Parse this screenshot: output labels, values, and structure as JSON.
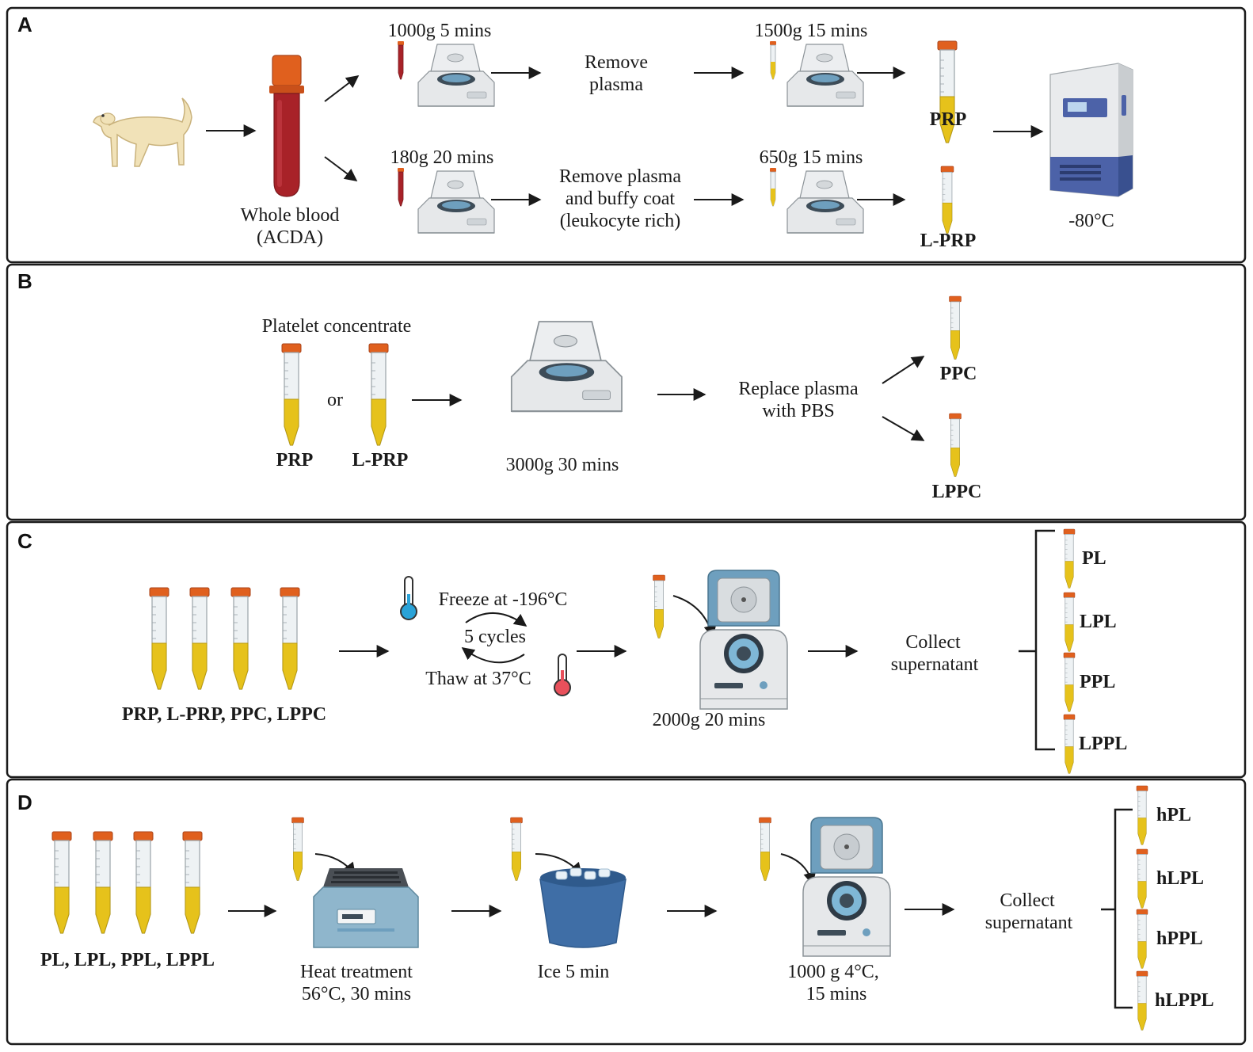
{
  "colors": {
    "cap": "#e0601e",
    "tube_body": "#eef2f4",
    "yellow_fluid": "#e6c21b",
    "blood": "#a82228",
    "machine_grey": "#e6e8ea",
    "machine_blue": "#6e9fbe",
    "freezer_blue": "#4c62a8",
    "ice_bucket": "#3f6ea6"
  },
  "panels": [
    {
      "letter": "A",
      "dog_icon": "dog-icon",
      "blood_label_line1": "Whole blood",
      "blood_label_line2": "(ACDA)",
      "top": {
        "spin1": "1000g 5 mins",
        "step_line1": "Remove",
        "step_line2": "plasma",
        "spin2": "1500g 15 mins",
        "product": "PRP"
      },
      "bottom": {
        "spin1": "180g 20 mins",
        "step_line1": "Remove plasma",
        "step_line2": "and buffy coat",
        "step_line3": "(leukocyte rich)",
        "spin2": "650g 15 mins",
        "product": "L-PRP"
      },
      "freezer_icon": "freezer-icon",
      "storage": "-80°C"
    },
    {
      "letter": "B",
      "heading": "Platelet concentrate",
      "tube1": "PRP",
      "connector": "or",
      "tube2": "L-PRP",
      "spin": "3000g 30 mins",
      "step_line1": "Replace plasma",
      "step_line2": "with PBS",
      "product1": "PPC",
      "product2": "LPPC"
    },
    {
      "letter": "C",
      "inputs": "PRP, L-PRP, PPC, LPPC",
      "freeze": "Freeze at -196°C",
      "cycles": "5 cycles",
      "thaw": "Thaw at 37°C",
      "spin": "2000g 20 mins",
      "step_line1": "Collect",
      "step_line2": "supernatant",
      "outputs": [
        "PL",
        "LPL",
        "PPL",
        "LPPL"
      ]
    },
    {
      "letter": "D",
      "inputs": "PL, LPL, PPL, LPPL",
      "heat_line1": "Heat treatment",
      "heat_line2": "56°C, 30 mins",
      "ice": "Ice 5 min",
      "spin_line1": "1000 g 4°C,",
      "spin_line2": "15 mins",
      "step_line1": "Collect",
      "step_line2": "supernatant",
      "outputs": [
        "hPL",
        "hLPL",
        "hPPL",
        "hLPPL"
      ]
    }
  ]
}
